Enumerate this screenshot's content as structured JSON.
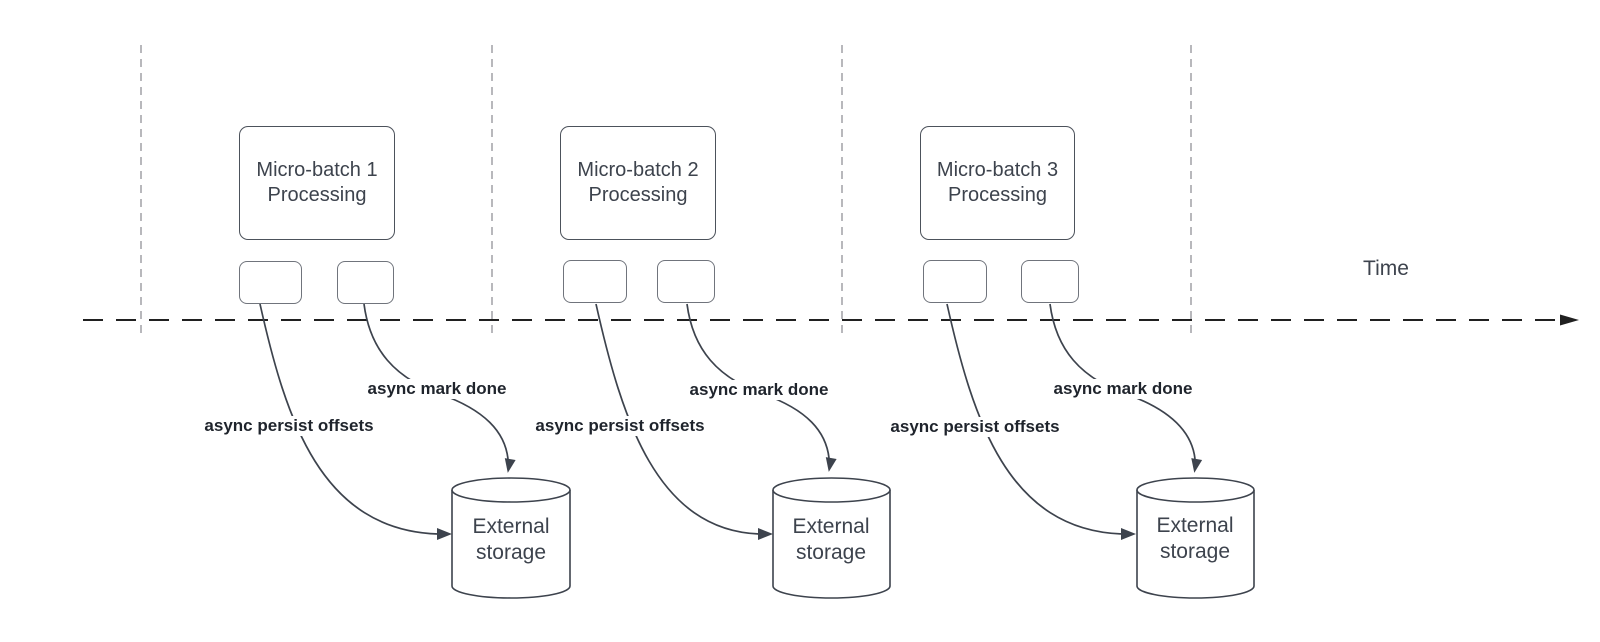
{
  "axis": {
    "time_label": "Time"
  },
  "panels": [
    {
      "title": "Micro-batch 1 Processing",
      "persist_label": "async persist offsets",
      "done_label": "async mark done",
      "storage_label": "External storage"
    },
    {
      "title": "Micro-batch 2 Processing",
      "persist_label": "async persist offsets",
      "done_label": "async mark done",
      "storage_label": "External storage"
    },
    {
      "title": "Micro-batch 3 Processing",
      "persist_label": "async persist offsets",
      "done_label": "async mark done",
      "storage_label": "External storage"
    }
  ],
  "colors": {
    "ink": "#3d434d",
    "label-ink": "#1f242c",
    "guide": "#9a9aa0",
    "axis": "#202020",
    "shape-fill": "#ffffff",
    "bg": "#ffffff"
  }
}
